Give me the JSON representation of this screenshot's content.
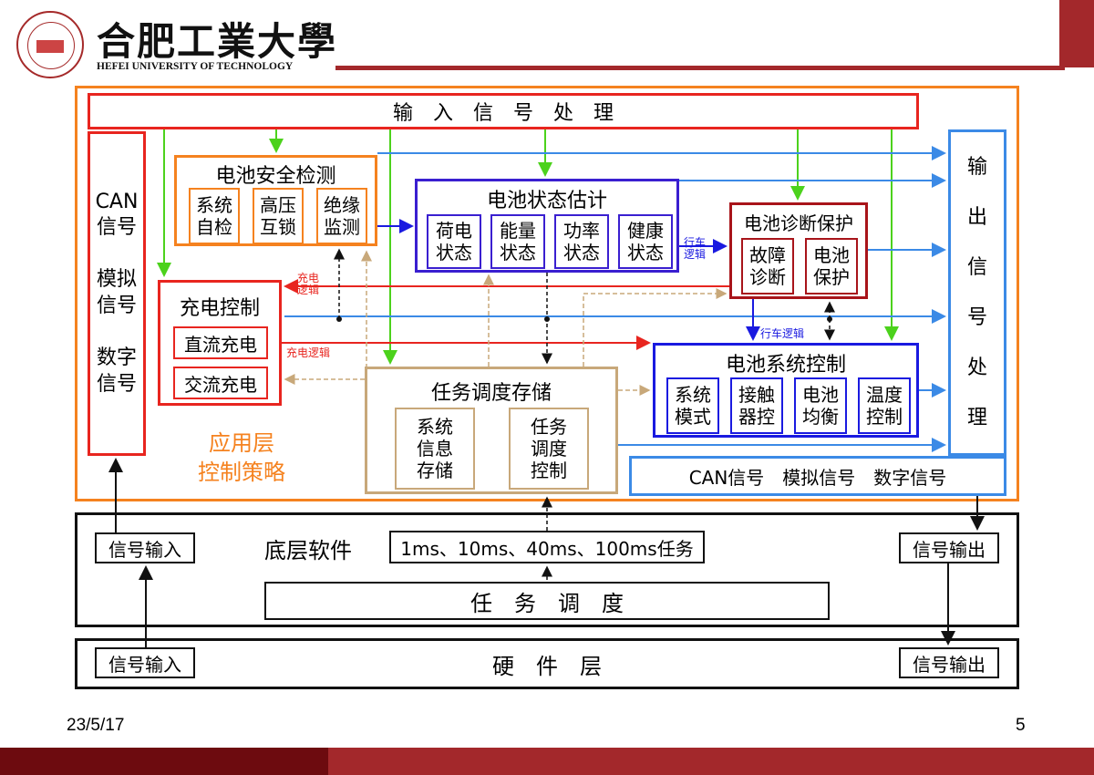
{
  "header": {
    "university_cn": "合肥工業大學",
    "university_en": "HEFEI UNIVERSITY OF TECHNOLOGY"
  },
  "diagram": {
    "input_processing": "输　入　信　号　处　理",
    "input_signals": "CAN\n信号\n\n模拟\n信号\n\n数字\n信号",
    "output_processing": "输\n\n出\n\n信\n\n号\n\n处\n\n理",
    "output_signals": "CAN信号　模拟信号　数字信号",
    "safety": {
      "title": "电池安全检测",
      "items": [
        "系统\n自检",
        "高压\n互锁",
        "绝缘\n监测"
      ]
    },
    "state_estimation": {
      "title": "电池状态估计",
      "items": [
        "荷电\n状态",
        "能量\n状态",
        "功率\n状态",
        "健康\n状态"
      ]
    },
    "diagnosis": {
      "title": "电池诊断保护",
      "items": [
        "故障\n诊断",
        "电池\n保护"
      ]
    },
    "charging": {
      "title": "充电控制",
      "items": [
        "直流充电",
        "交流充电"
      ]
    },
    "system_control": {
      "title": "电池系统控制",
      "items": [
        "系统\n模式",
        "接触\n器控",
        "电池\n均衡",
        "温度\n控制"
      ]
    },
    "task_scheduling_storage": {
      "title": "任务调度存储",
      "items": [
        "系统\n信息\n存储",
        "任务\n调度\n控制"
      ]
    },
    "app_layer_label": "应用层\n控制策略",
    "edge_labels": {
      "drive_logic_1": "行车\n逻辑",
      "drive_logic_2": "行车逻辑",
      "charge_logic_1": "充电\n逻辑",
      "charge_logic_2": "充电逻辑"
    },
    "low_level": {
      "title": "底层软件",
      "signal_input": "信号输入",
      "signal_output": "信号输出",
      "tasks": "1ms、10ms、40ms、100ms任务",
      "scheduling": "任　务　调　度"
    },
    "hardware": {
      "title": "硬　件　层",
      "signal_input": "信号输入",
      "signal_output": "信号输出"
    }
  },
  "footer": {
    "date": "23/5/17",
    "page": "5"
  },
  "colors": {
    "orange": "#f5821f",
    "red": "#e8251f",
    "blue": "#3b8ae6",
    "purple": "#3a1fd0",
    "darkred": "#a8141a",
    "navy": "#1a1ae0",
    "tan": "#c8a87a",
    "green": "#4cd21c",
    "brand": "#a3282b"
  }
}
